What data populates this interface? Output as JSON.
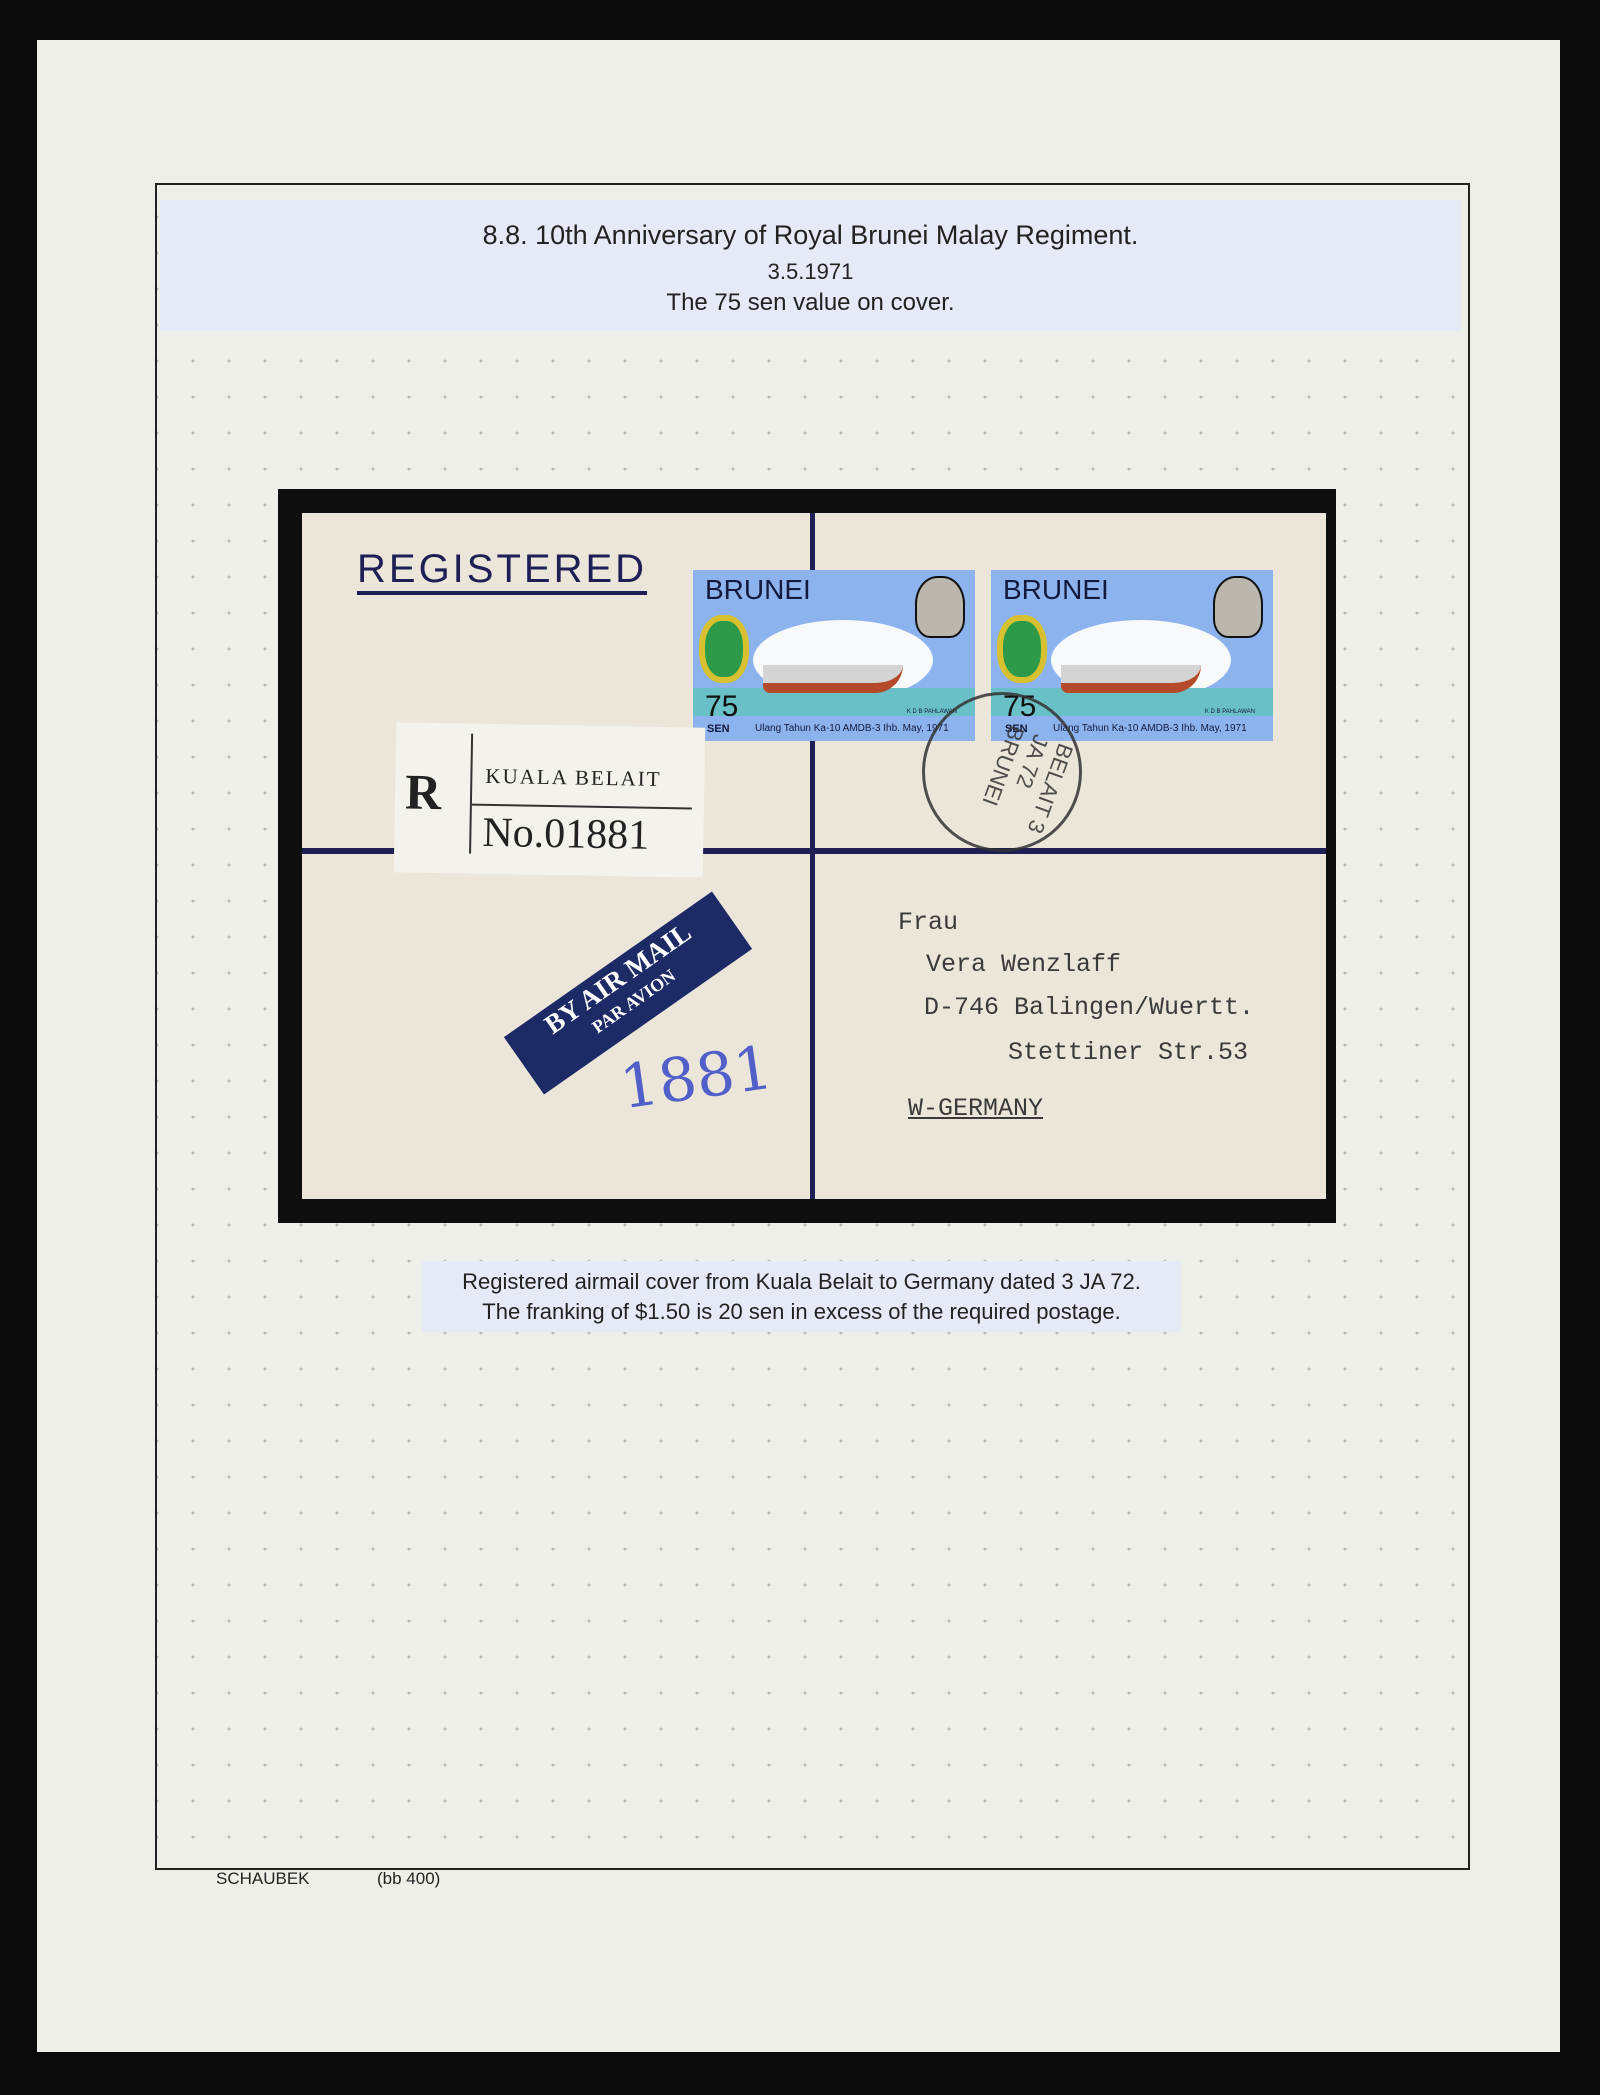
{
  "header": {
    "title": "8.8. 10th Anniversary of Royal Brunei Malay Regiment.",
    "date": "3.5.1971",
    "subtitle": "The 75 sen value on cover."
  },
  "cover": {
    "registered": "REGISTERED",
    "stamps": [
      {
        "country": "BRUNEI",
        "value": "75",
        "unit": "SEN",
        "legend": "Ulang Tahun Ka-10 AMDB-3 Ihb. May, 1971",
        "ship": "K D B PAHLAWAN"
      },
      {
        "country": "BRUNEI",
        "value": "75",
        "unit": "SEN",
        "legend": "Ulang Tahun Ka-10 AMDB-3 Ihb. May, 1971",
        "ship": "K D B PAHLAWAN"
      }
    ],
    "registration_label": {
      "letter": "R",
      "town": "KUALA BELAIT",
      "number": "No.01881"
    },
    "airmail_label": {
      "line1": "BY AIR MAIL",
      "line2": "PAR AVION"
    },
    "handwritten": "1881",
    "postmark": "BELAIT 3 JA 72 BRUNEI",
    "address": [
      "Frau",
      "Vera Wenzlaff",
      "D-746 Balingen/Wuertt.",
      "Stettiner Str.53",
      "W-GERMANY"
    ]
  },
  "caption": {
    "line1": "Registered airmail cover from Kuala Belait to Germany dated 3 JA 72.",
    "line2": "The franking of $1.50 is 20 sen in excess of the required postage."
  },
  "footer": {
    "publisher": "SCHAUBEK",
    "page_code": "(bb 400)"
  }
}
